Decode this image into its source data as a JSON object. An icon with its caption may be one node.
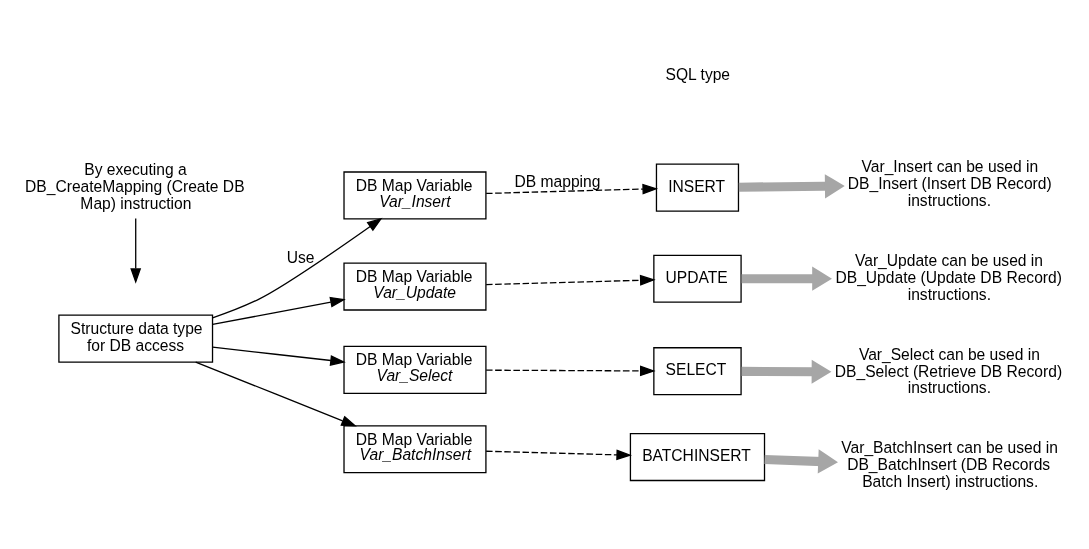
{
  "diagram": {
    "nodes": [
      {
        "text": [
          "Structure data type for DB access"
        ]
      },
      {
        "text": [
          "DB Map Variable",
          "Var_Insert"
        ]
      },
      {
        "text": [
          "INSERT"
        ]
      },
      {
        "text": [
          "Var_Insert can be used in DB_Insert (Insert DB Record) instructions."
        ]
      },
      {
        "text": [
          "DB Map Variable",
          "Var_Update"
        ]
      },
      {
        "text": [
          "UPDATE"
        ]
      },
      {
        "text": [
          "Var_Update can be used in DB_Update (Update DB Record) instructions."
        ]
      },
      {
        "text": [
          "DB Map Variable",
          "Var_Select"
        ]
      },
      {
        "text": [
          "SELECT"
        ]
      },
      {
        "text": [
          "Var_Select can be used in DB_Select (Retrieve DB Record) instructions."
        ]
      },
      {
        "text": [
          "DB Map Variable",
          "Var_BatchInsert"
        ]
      },
      {
        "text": [
          "BATCHINSERT"
        ]
      },
      {
        "text": [
          "Var_BatchInsert can be used in DB_BatchInsert (DB Records Batch Insert) instructions."
        ]
      },
      {
        "text": [
          "By executing a DB_CreateMapping (Create DB Map) instruction"
        ]
      }
    ],
    "edges": [
      {
        "from": 0,
        "to": 1,
        "arrow": "to",
        "label": "Use"
      },
      {
        "from": 0,
        "to": 4,
        "arrow": "to"
      },
      {
        "from": 0,
        "to": 7,
        "arrow": "to"
      },
      {
        "from": 0,
        "to": 10,
        "arrow": "to"
      },
      {
        "from": 1,
        "to": 2,
        "arrow": "to",
        "style": "dashed",
        "label": "DB mapping"
      },
      {
        "from": 4,
        "to": 5,
        "arrow": "to",
        "style": "dashed"
      },
      {
        "from": 7,
        "to": 8,
        "arrow": "to",
        "style": "dashed"
      },
      {
        "from": 10,
        "to": 11,
        "arrow": "to",
        "style": "dashed"
      },
      {
        "from": 2,
        "to": 3,
        "arrow": "to",
        "style": "thick",
        "color": "#a6a6a6"
      },
      {
        "from": 5,
        "to": 6,
        "arrow": "to",
        "style": "thick",
        "color": "#a6a6a6"
      },
      {
        "from": 8,
        "to": 9,
        "arrow": "to",
        "style": "thick",
        "color": "#a6a6a6"
      },
      {
        "from": 11,
        "to": 12,
        "arrow": "to",
        "style": "thick",
        "color": "#a6a6a6"
      },
      {
        "from": 13,
        "to": null,
        "arrow": "to"
      }
    ],
    "labels": [
      "SQL type"
    ]
  }
}
